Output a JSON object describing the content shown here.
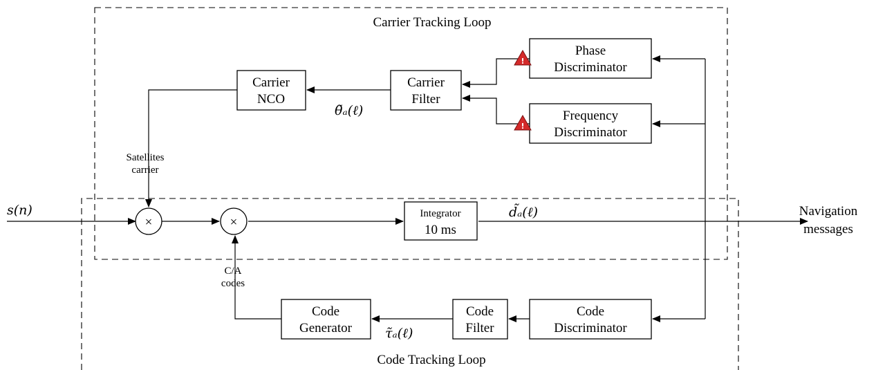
{
  "loops": {
    "carrier_title": "Carrier Tracking Loop",
    "code_title": "Code Tracking Loop"
  },
  "blocks": {
    "phase_disc": [
      "Phase",
      "Discriminator"
    ],
    "freq_disc": [
      "Frequency",
      "Discriminator"
    ],
    "carrier_filter": [
      "Carrier",
      "Filter"
    ],
    "carrier_nco": [
      "Carrier",
      "NCO"
    ],
    "integrator": [
      "Integrator",
      "10 ms"
    ],
    "code_disc": [
      "Code",
      "Discriminator"
    ],
    "code_filter": [
      "Code",
      "Filter"
    ],
    "code_gen": [
      "Code",
      "Generator"
    ]
  },
  "signals": {
    "input": "s(n)",
    "theta": "θ̃ₐ(ℓ)",
    "tau": "τ̃ₐ(ℓ)",
    "d": "d̃ₐ(ℓ)",
    "satellites_carrier": [
      "Satellites",
      "carrier"
    ],
    "ca_codes": [
      "C/A",
      "codes"
    ],
    "output": [
      "Navigation",
      "messages"
    ]
  },
  "symbols": {
    "mixer": "×",
    "warning": "!"
  },
  "colors": {
    "warning_fill": "#d42a2a",
    "warning_stroke": "#7a1010"
  },
  "icons": [
    "warning-icon"
  ]
}
